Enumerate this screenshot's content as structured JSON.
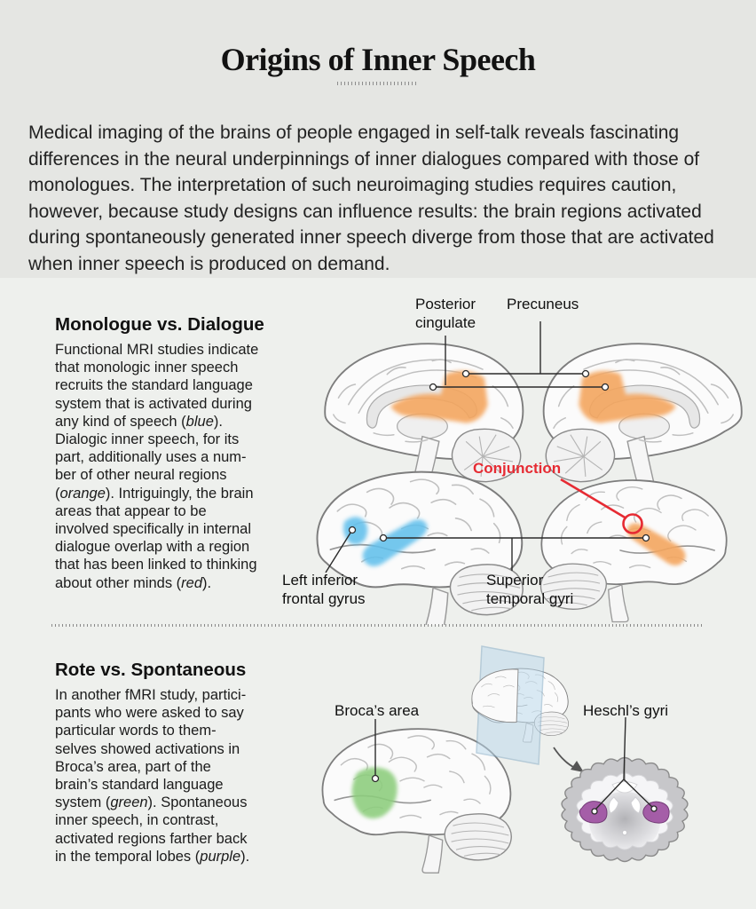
{
  "colors": {
    "highlight_blue": "#62c0ec",
    "highlight_orange": "#f4a65e",
    "highlight_red": "#e62b33",
    "highlight_green": "#8ccd7c",
    "highlight_purple": "#a156a4",
    "plane_blue": "#b9d8ec"
  },
  "header": {
    "title": "Origins of Inner Speech",
    "intro": "Medical imaging of the brains of people engaged in self-talk reveals fascinating differences in the neural underpinnings of inner dialogues compared with those of monologues. The interpretation of such neuroimaging studies requires caution, however, because study designs can influence results: the brain regions activated during spontaneously generated inner speech diverge from those that are activated when inner speech is produced on demand."
  },
  "section1": {
    "heading": "Monologue vs. Dialogue",
    "body_lines": [
      "Functional MRI studies indicate",
      "that monologic inner speech",
      "recruits the standard language",
      "system that is activated during",
      "any kind of speech (*blue*).",
      "Dialogic inner speech, for its",
      "part, additionally uses a num-",
      "ber of other neural regions",
      "(*orange*). Intriguingly, the brain",
      "areas that appear to be",
      "involved specifically in internal",
      "dialogue overlap with a region",
      "that has been linked to thinking",
      "about other minds (*red*)."
    ],
    "labels": {
      "posterior_cingulate": "Posterior cingulate",
      "precuneus": "Precuneus",
      "conjunction": "Conjunction",
      "left_inferior_frontal_gyrus": "Left inferior frontal gyrus",
      "superior_temporal_gyri": "Superior temporal gyri"
    }
  },
  "section2": {
    "heading": "Rote vs. Spontaneous",
    "body_lines": [
      "In another fMRI study, partici-",
      "pants who were asked to say",
      "particular words to them-",
      "selves showed activations in",
      "Broca’s area, part of the",
      "brain’s standard language",
      "system (*green*). Spontaneous",
      "inner speech, in contrast,",
      "activated regions farther back",
      "in the temporal lobes (*purple*)."
    ],
    "labels": {
      "brocas_area": "Broca’s area",
      "heschls_gyri": "Heschl’s gyri"
    }
  }
}
